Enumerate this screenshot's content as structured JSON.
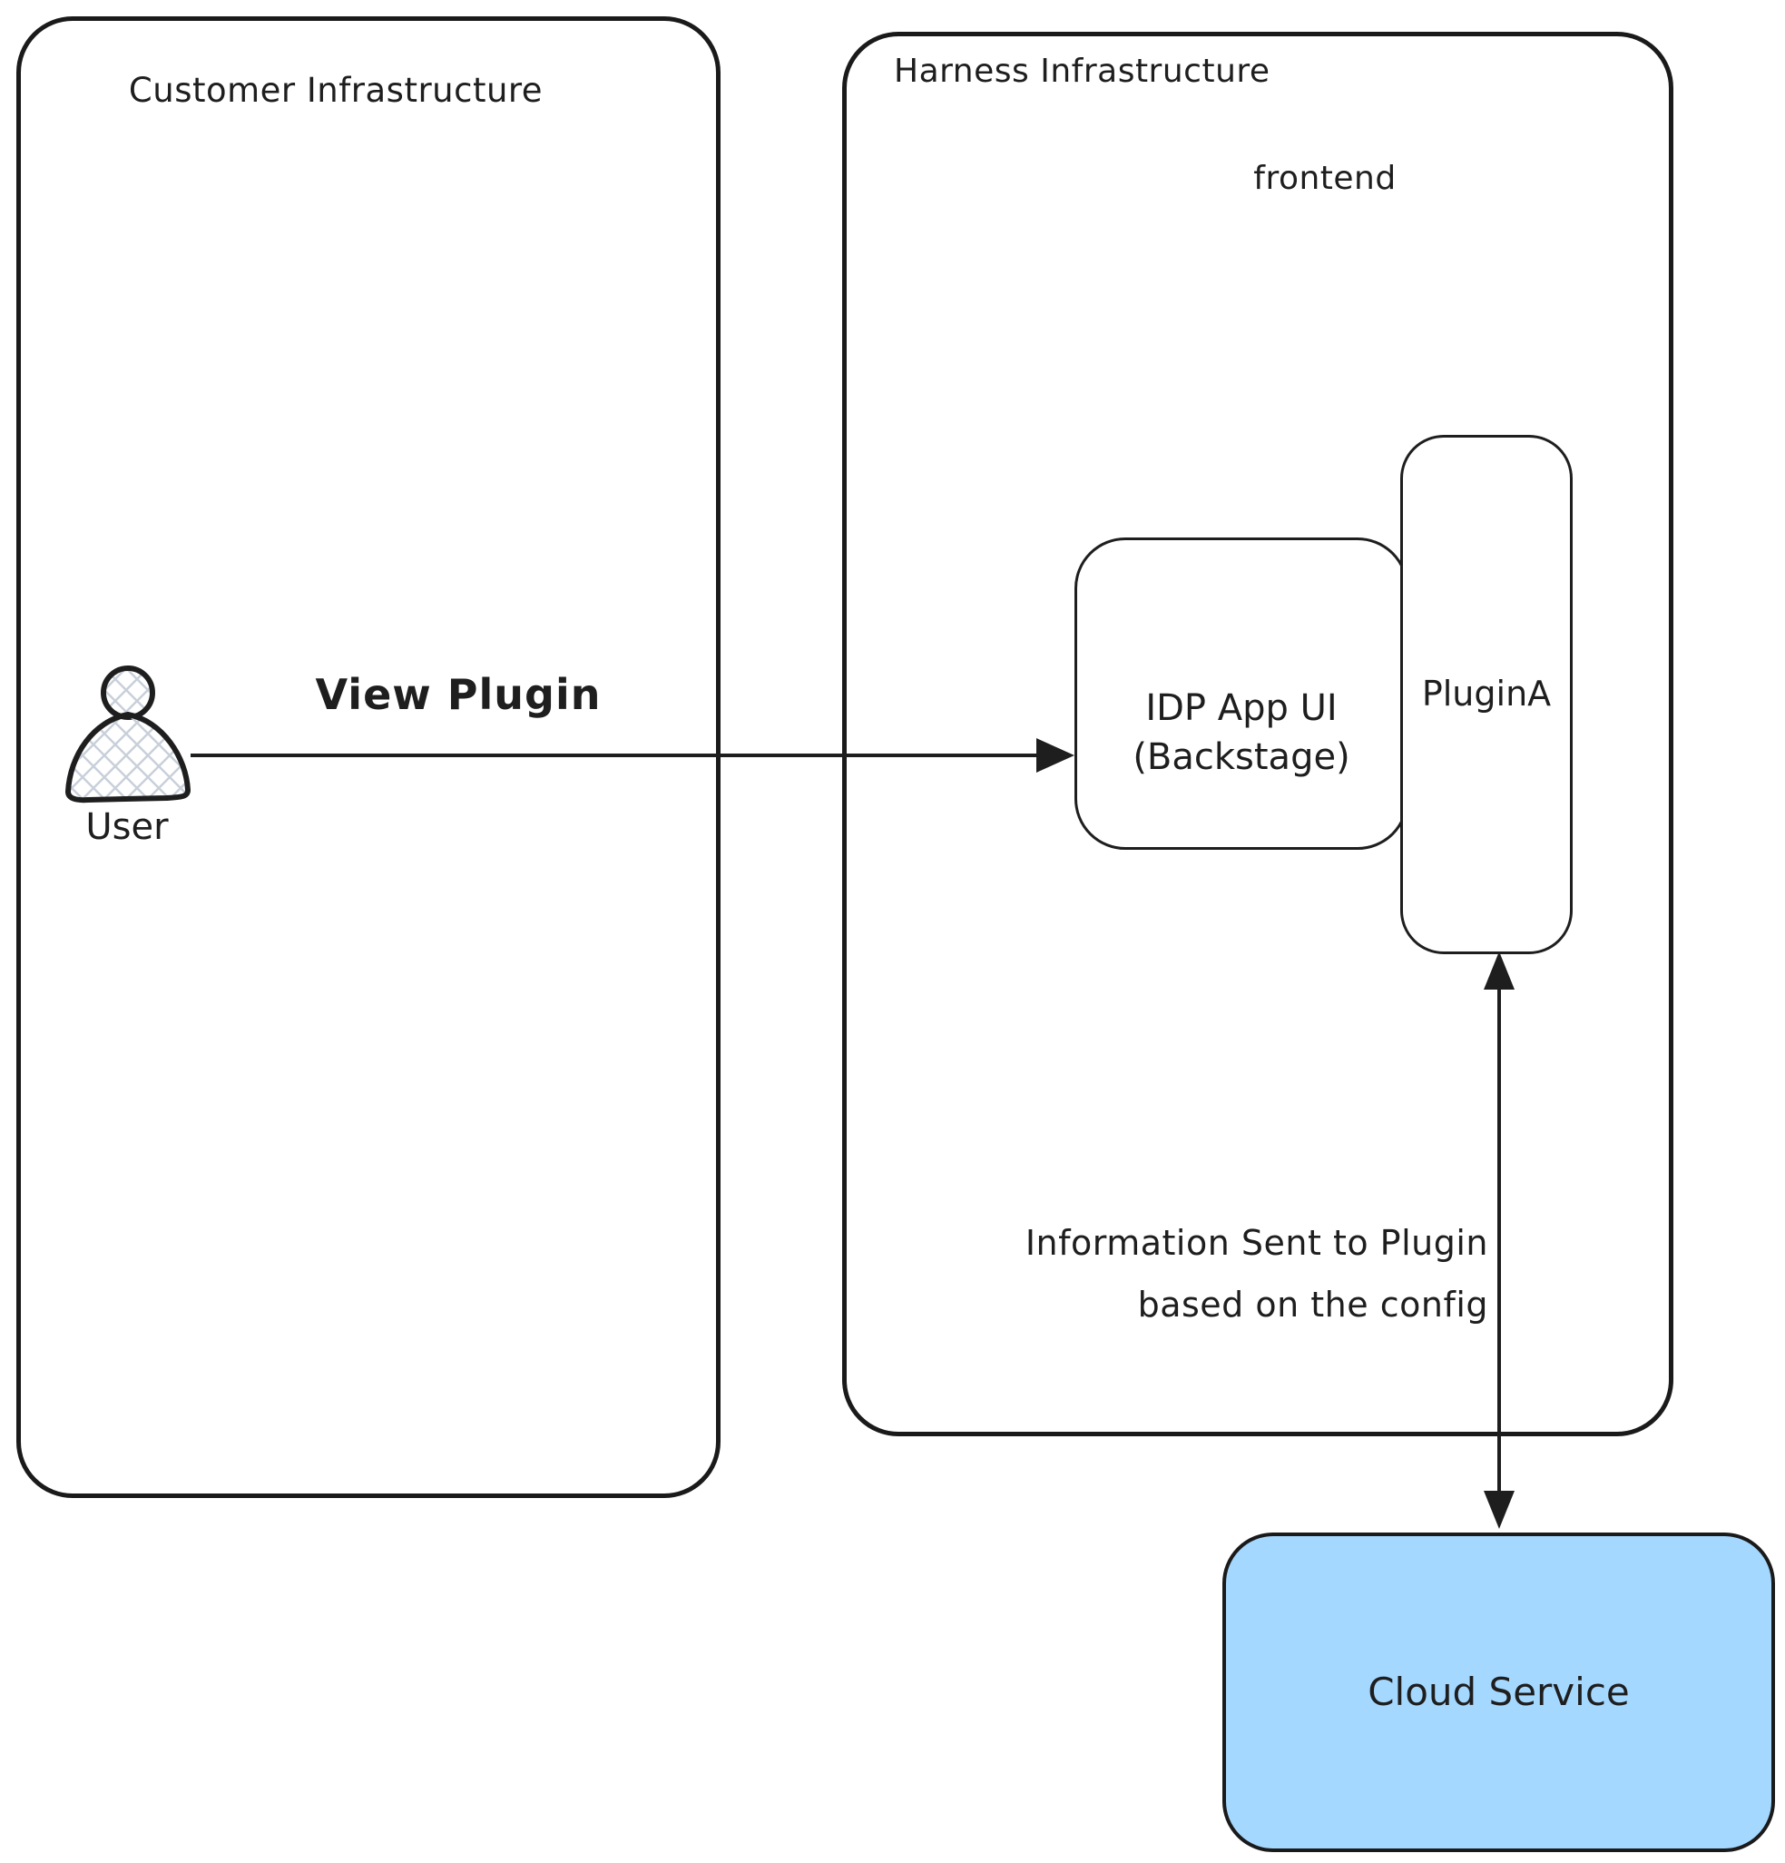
{
  "diagram": {
    "customer_box": {
      "title": "Customer Infrastructure"
    },
    "harness_box": {
      "title": "Harness Infrastructure",
      "sublabel": "frontend"
    },
    "user": {
      "label": "User"
    },
    "idp_box": {
      "label_line1": "IDP App UI",
      "label_line2": "(Backstage)"
    },
    "plugin_box": {
      "label": "PluginA"
    },
    "cloud_box": {
      "label": "Cloud Service"
    },
    "arrows": {
      "view_plugin": {
        "label": "View Plugin",
        "direction": "user-to-idp"
      },
      "info_sent": {
        "label_line1": "Information Sent to Plugin",
        "label_line2": "based on the config",
        "direction": "bidirectional-pluginA-cloudservice"
      }
    },
    "colors": {
      "stroke": "#1e1e1e",
      "cloud_fill": "#a5d8ff",
      "background": "#ffffff",
      "crosshatch": "#c9d0da"
    }
  }
}
